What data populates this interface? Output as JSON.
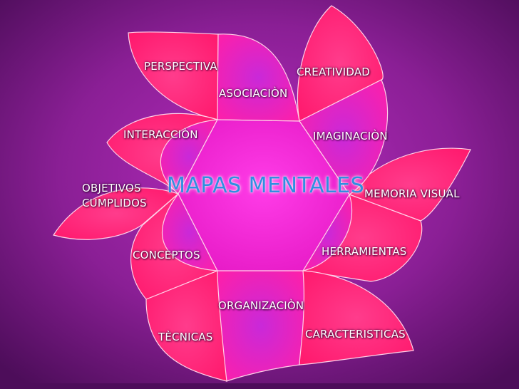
{
  "title": "MAPAS MENTALES",
  "labels": {
    "perspectiva": "PERSPECTIVA",
    "creatividad": "CREATIVIDAD",
    "asociacion": "ASOCIACIÒN",
    "interaccion": "INTERACCIÒN",
    "imaginacion": "IMAGINACIÒN",
    "objetivos_line1": "OBJETIVOS",
    "objetivos_line2": "CUMPLIDOS",
    "memoria_visual": "MEMORIA VISUAL",
    "herramientas": "HERRAMIENTAS",
    "conceptos": "CONCEPTOS",
    "organizacion": "ORGANIZACIÒN",
    "tecnicas": "TÈCNICAS",
    "caracteristicas": "CARACTERISTICAS"
  },
  "colors": {
    "background": "#7a1a86",
    "petal": "#ff1f7a",
    "center": "#ff2bd8",
    "outline": "#ffc8e6",
    "title": "#2f8fe0"
  }
}
